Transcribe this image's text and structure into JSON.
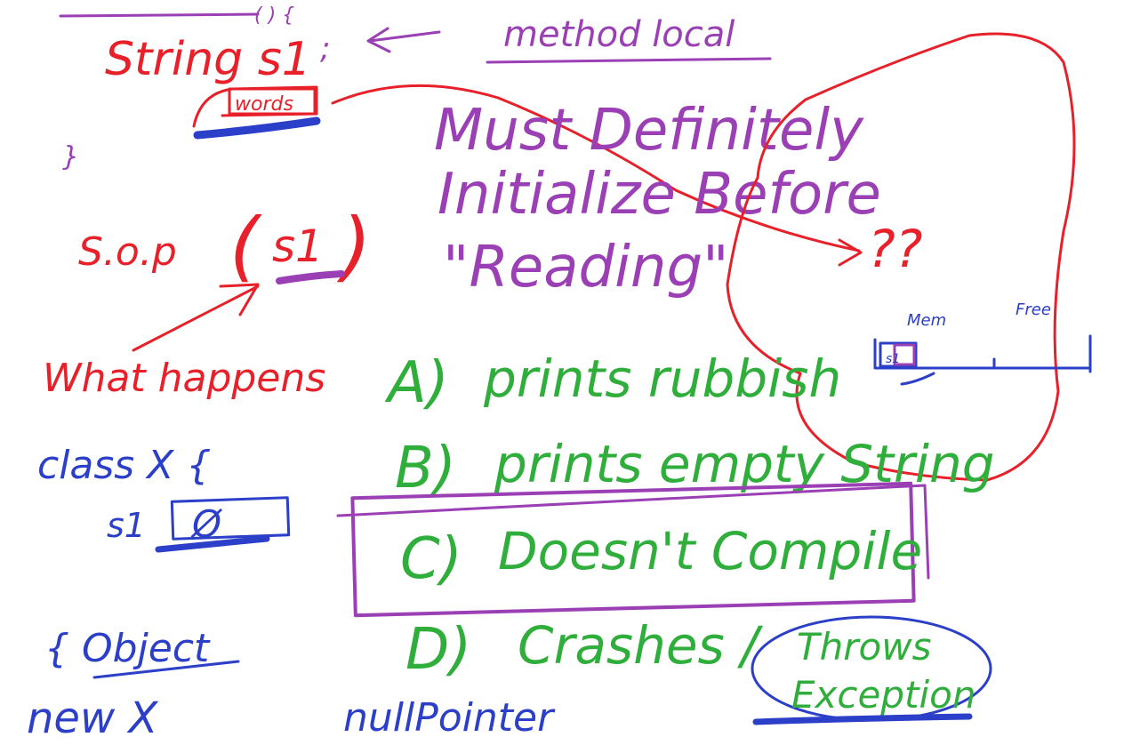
{
  "colors": {
    "red": "#e8202a",
    "purple": "#9b3fb5",
    "green": "#2fae3c",
    "blue": "#2b3fc8",
    "background": "#ffffff"
  },
  "code": {
    "method_braces": "( ) {",
    "semicolon": ";",
    "decl": "String s1",
    "value_box": "words",
    "close_brace": "}",
    "sop": "S.o.p",
    "sop_arg": "s1",
    "what_happens": "What happens"
  },
  "class_sketch": {
    "class_x": "class X {",
    "field": "s1",
    "null_symbol": "Ø",
    "object_brace": "{ Object",
    "new_x": "new X"
  },
  "notes": {
    "method_local": "method local",
    "must_definitely": "Must Definitely",
    "initialize_before": "Initialize Before",
    "reading": "\"Reading\"",
    "question": "??",
    "mem_label_1": "Mem",
    "mem_label_2": "Free",
    "mem_box": "s1",
    "null_pointer": "nullPointer"
  },
  "answers": [
    {
      "letter": "A)",
      "text": "prints rubbish"
    },
    {
      "letter": "B)",
      "text": "prints empty String"
    },
    {
      "letter": "C)",
      "text": "Doesn't Compile"
    },
    {
      "letter": "D)",
      "text": "Crashes /"
    }
  ],
  "throws": {
    "line1": "Throws",
    "line2": "Exception"
  }
}
